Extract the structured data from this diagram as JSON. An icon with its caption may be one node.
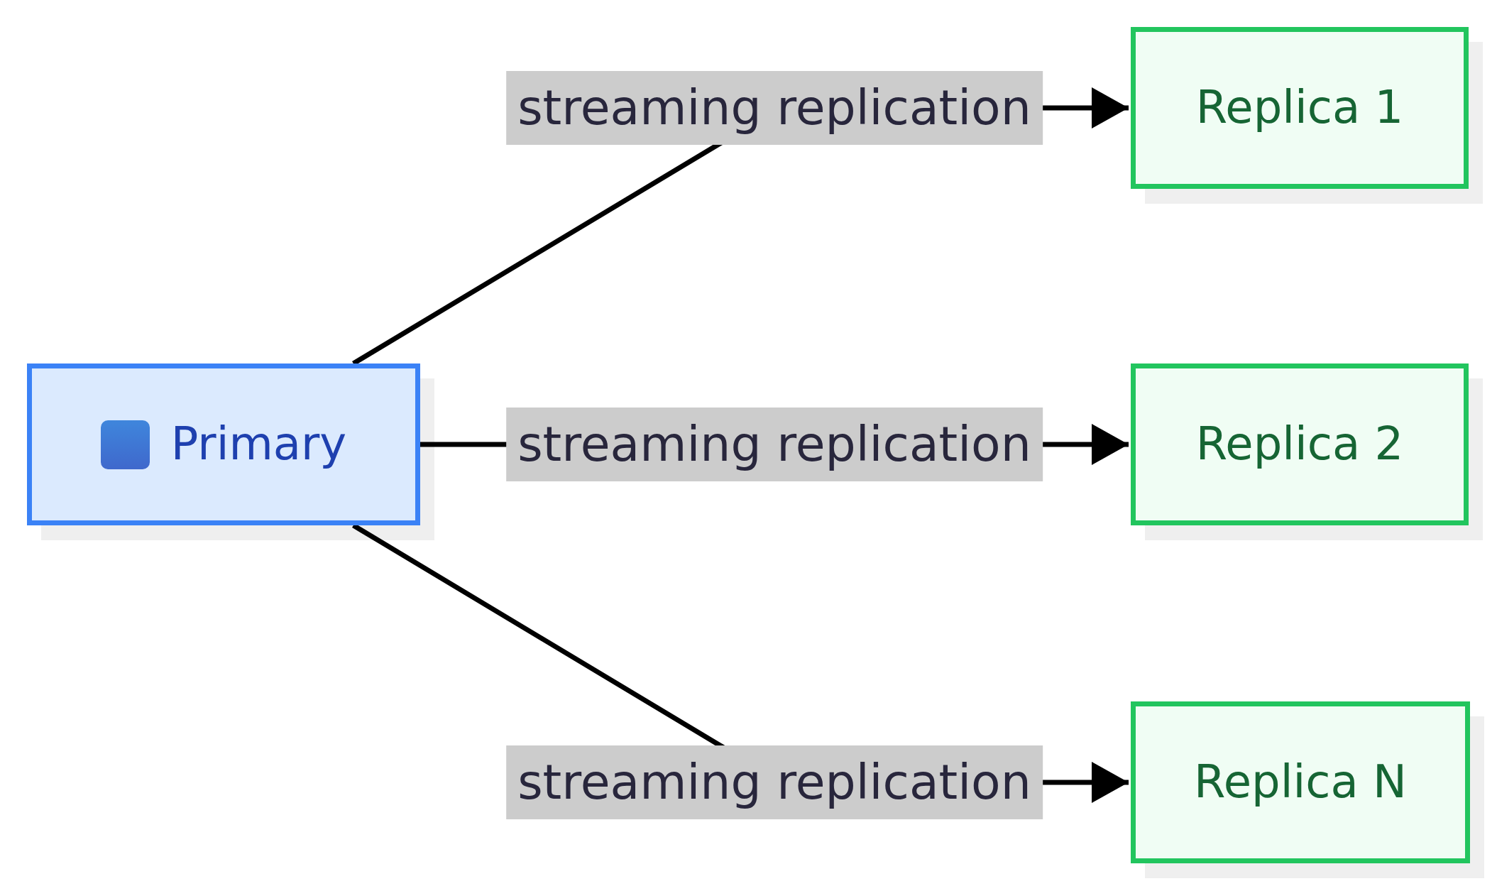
{
  "diagram": {
    "nodes": [
      {
        "text": [
          "Primary"
        ]
      },
      {
        "text": [
          "Replica 1"
        ]
      },
      {
        "text": [
          "Replica 2"
        ]
      },
      {
        "text": [
          "Replica N"
        ]
      }
    ],
    "edges": [
      {
        "from": 0,
        "to": 1,
        "arrow": "to",
        "label": "streaming replication"
      },
      {
        "from": 0,
        "to": 2,
        "arrow": "to",
        "label": "streaming replication"
      },
      {
        "from": 0,
        "to": 3,
        "arrow": "to",
        "label": "streaming replication"
      }
    ]
  }
}
